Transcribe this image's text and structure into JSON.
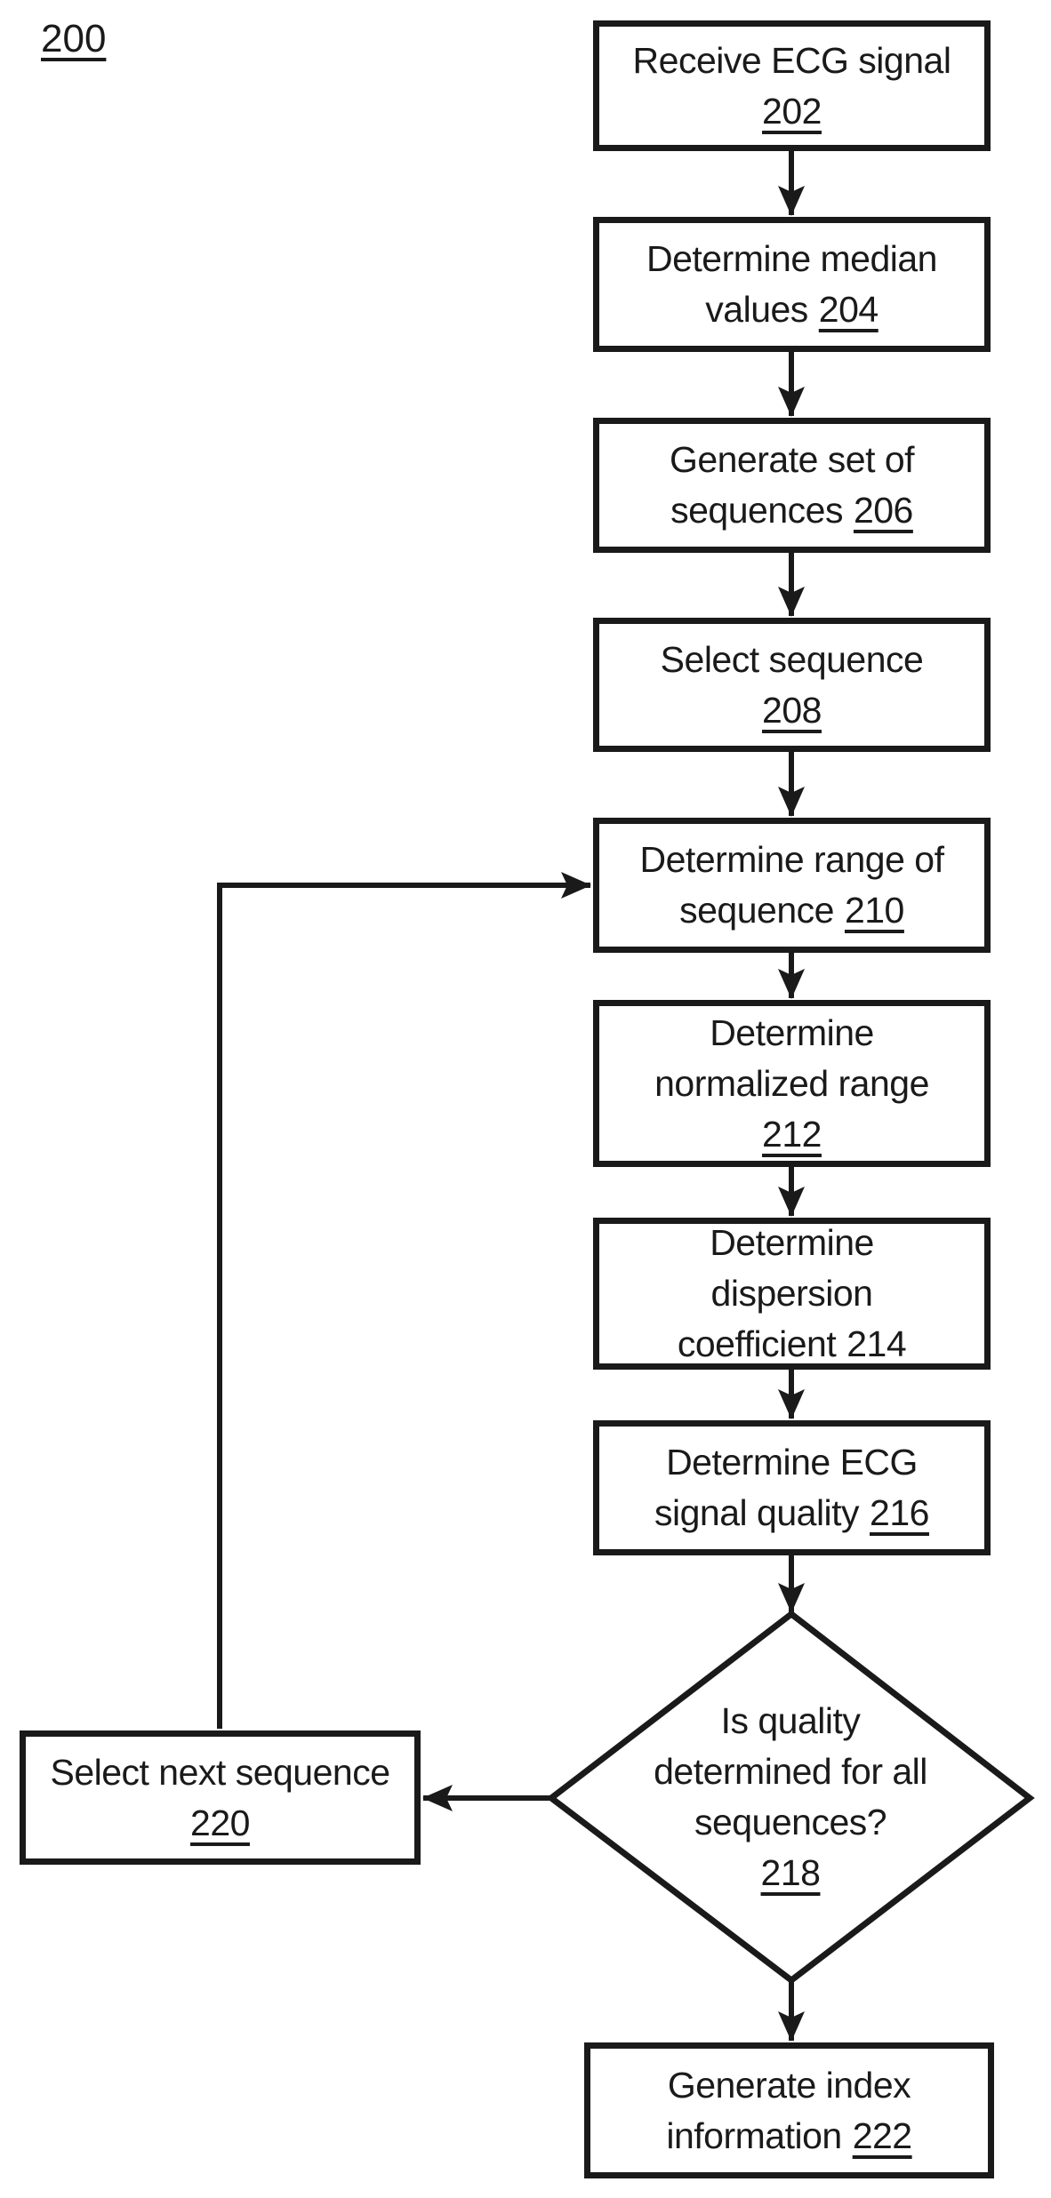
{
  "colors": {
    "ink": "#1a1a1a",
    "background": "#ffffff"
  },
  "figure_label": "200",
  "nodes": {
    "n202": {
      "lines": [
        "Receive ECG signal"
      ],
      "num": "202"
    },
    "n204": {
      "lines": [
        "Determine median",
        "values"
      ],
      "num": "204"
    },
    "n206": {
      "lines": [
        "Generate set of",
        "sequences"
      ],
      "num": "206"
    },
    "n208": {
      "lines": [
        "Select sequence"
      ],
      "num": "208"
    },
    "n210": {
      "lines": [
        "Determine range of",
        "sequence"
      ],
      "num": "210"
    },
    "n212": {
      "lines": [
        "Determine",
        "normalized range"
      ],
      "num": "212"
    },
    "n214": {
      "lines": [
        "Determine",
        "dispersion",
        "coefficient"
      ],
      "num": "214"
    },
    "n216": {
      "lines": [
        "Determine ECG",
        "signal quality"
      ],
      "num": "216"
    },
    "n218": {
      "lines": [
        "Is quality",
        "determined for all",
        "sequences?"
      ],
      "num": "218"
    },
    "n220": {
      "lines": [
        "Select next sequence"
      ],
      "num": "220"
    },
    "n222": {
      "lines": [
        "Generate index",
        "information"
      ],
      "num": "222"
    }
  }
}
